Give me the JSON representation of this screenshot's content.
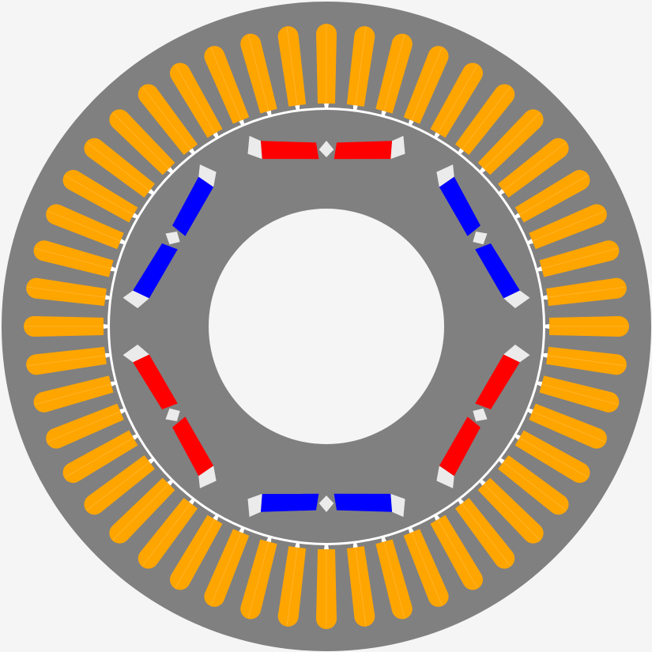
{
  "machine": {
    "stator_slots": 48,
    "rotor_poles": 6,
    "magnets_per_pole": 2
  },
  "colors": {
    "background": "#f5f5f5",
    "steel": "#808080",
    "copper_winding": "#ffa500",
    "magnet_north": "#ff0000",
    "magnet_south": "#0000ff",
    "air_gap": "#ffffff",
    "flux_barrier": "#ebebeb"
  },
  "pole_polarity": [
    "north",
    "south",
    "north",
    "south",
    "north",
    "south"
  ]
}
